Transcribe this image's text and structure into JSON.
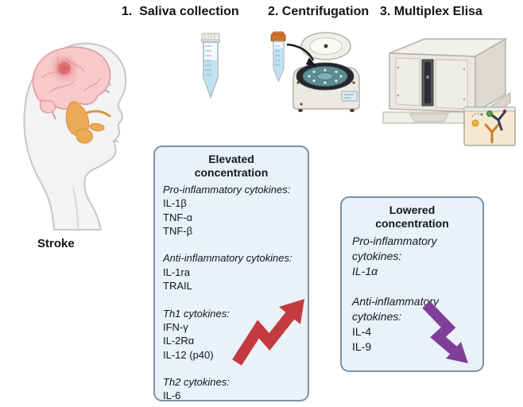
{
  "steps": {
    "step1": "1.  Saliva collection",
    "step2": "2. Centrifugation",
    "step3": "3. Multiplex Elisa"
  },
  "patient_label": "Stroke",
  "elevated_box": {
    "title": "Elevated concentration",
    "arrow_direction": "up",
    "arrow_color": "#c43b3f",
    "sections": [
      {
        "heading": "Pro-inflammatory cytokines:",
        "items": [
          "IL-1β",
          "TNF-α",
          "TNF-β"
        ]
      },
      {
        "heading": "Anti-inflammatory cytokines:",
        "items": [
          "IL-1ra",
          "TRAIL"
        ]
      },
      {
        "heading": "Th1 cytokines:",
        "items": [
          "IFN-γ",
          "IL-2Rα",
          "IL-12 (p40)"
        ]
      },
      {
        "heading": "Th2 cytokines:",
        "items": [
          "IL-6"
        ]
      }
    ]
  },
  "lowered_box": {
    "title": "Lowered concentration",
    "arrow_direction": "down",
    "arrow_color": "#7f3f98",
    "sections": [
      {
        "heading": "Pro-inflammatory cytokines:",
        "items": [
          "IL-1α"
        ]
      },
      {
        "heading": "Anti-inflammatory cytokines:",
        "items": [
          "IL-4",
          "IL-9"
        ]
      }
    ]
  },
  "icons": {
    "saliva_tube": "falcon-tube-icon",
    "centrifuge": "centrifuge-icon",
    "elisa_analyzer": "elisa-analyzer-icon",
    "antibody_inset": "antibody-assay-icon",
    "stroke_head": "stroke-head-illustration",
    "up_trend": "trend-up-arrow-icon",
    "down_trend": "trend-down-arrow-icon"
  },
  "colors": {
    "box_fill": "#e9f1f9",
    "box_border": "#7b92ac",
    "elevated_arrow": "#c43b3f",
    "lowered_arrow": "#7f3f98",
    "brain_pink": "#f7c9cb",
    "stroke_spot": "#d95f66",
    "salivary_gland_orange": "#ecaa57",
    "tube_liquid_blue": "#bfe2f2",
    "centrifuge_cap_orange": "#cd7029"
  }
}
